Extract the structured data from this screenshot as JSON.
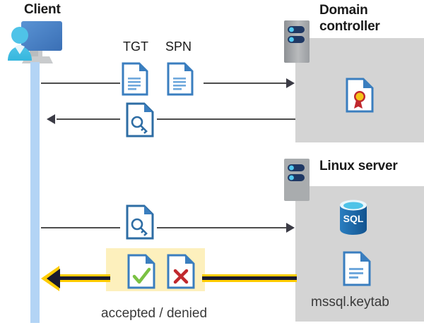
{
  "diagram": {
    "title": "Kerberos authentication flow: client, domain controller, Linux server",
    "actors": {
      "client": {
        "label": "Client",
        "icon": "user-computer-icon"
      },
      "domain_controller": {
        "label": "Domain controller",
        "icon": "server-rack-icon"
      },
      "linux_server": {
        "label": "Linux server",
        "icon": "server-rack-icon"
      }
    },
    "labels": {
      "tgt": "TGT",
      "spn": "SPN",
      "verdict": "accepted / denied",
      "keytab": "mssql.keytab"
    },
    "icons": {
      "tgt_doc": "document-icon",
      "spn_doc": "document-icon",
      "ticket_key_doc_1": "document-key-icon",
      "ticket_key_doc_2": "document-key-icon",
      "accepted_doc": "document-check-icon",
      "denied_doc": "document-x-icon",
      "certificate": "certificate-document-icon",
      "sql_database": "sql-database-icon",
      "keytab_doc": "document-icon"
    },
    "flows": [
      {
        "id": "flow-1",
        "from": "client",
        "to": "domain_controller",
        "direction": "right",
        "payload": [
          "TGT",
          "SPN"
        ],
        "style": "solid-gray"
      },
      {
        "id": "flow-2",
        "from": "domain_controller",
        "to": "client",
        "direction": "left",
        "payload": [
          "service ticket"
        ],
        "style": "solid-gray"
      },
      {
        "id": "flow-3",
        "from": "client",
        "to": "linux_server",
        "direction": "right",
        "payload": [
          "service ticket"
        ],
        "style": "solid-gray"
      },
      {
        "id": "flow-4",
        "from": "linux_server",
        "to": "client",
        "direction": "left",
        "payload": [
          "accepted / denied"
        ],
        "style": "bold-yellow"
      }
    ],
    "colors": {
      "panel_gray": "#d4d4d4",
      "client_bar_blue": "#b3d4f5",
      "accent_blue": "#3a7ebf",
      "highlight_yellow": "#fdf0bd",
      "arrow_yellow": "#ffcc00",
      "arrow_dark": "#1a1a2e",
      "line_gray": "#4d4d4d",
      "check_green": "#7ac143",
      "cross_red": "#c0282d",
      "cert_gold": "#f5c518",
      "sql_blue": "#1f6fb4"
    }
  }
}
